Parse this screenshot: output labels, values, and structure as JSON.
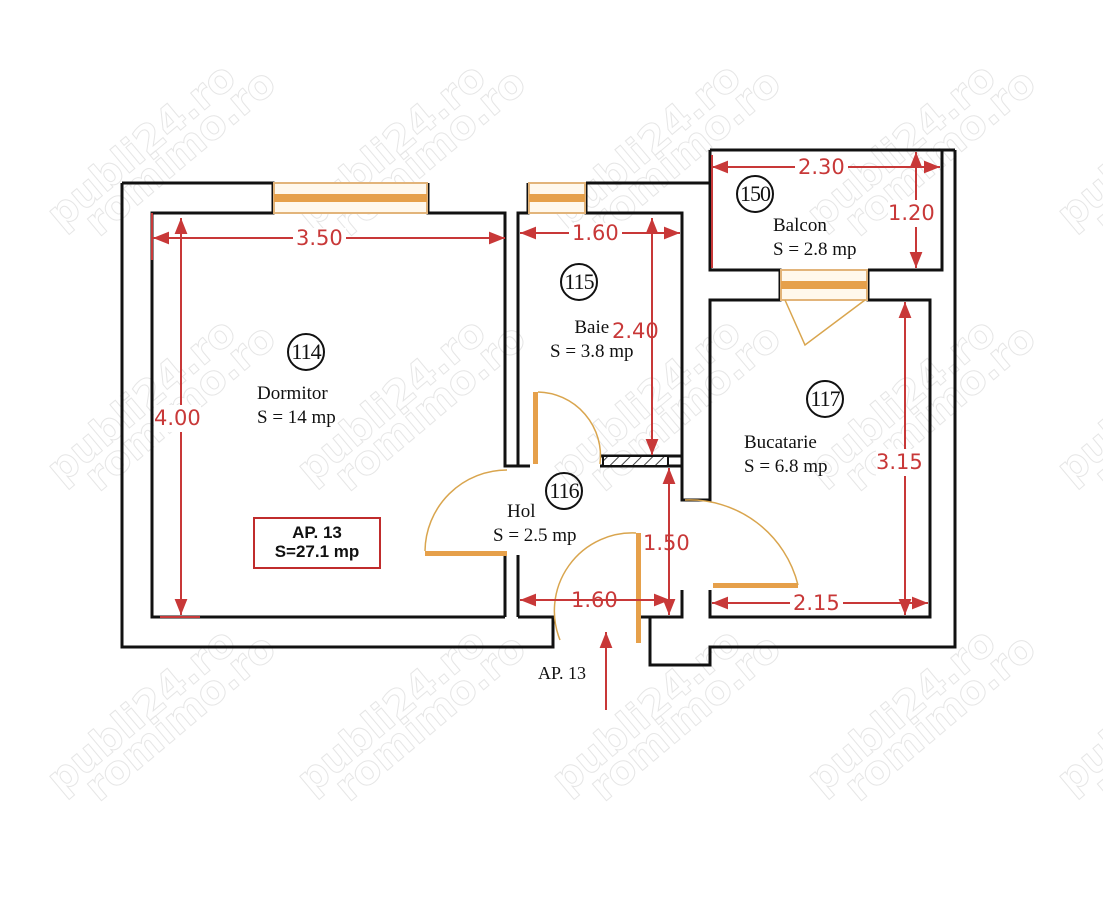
{
  "watermark": {
    "line1": "publi24.ro",
    "line2": "romimo.ro"
  },
  "colors": {
    "wall": "#111111",
    "dimension": "#c83838",
    "window": "#e6a04a",
    "door": "#d9a54e",
    "summary_border": "#c02c2c"
  },
  "apartment": {
    "name": "AP. 13",
    "total_area": "S=27.1 mp",
    "entry_label": "AP. 13"
  },
  "rooms": [
    {
      "number": "114",
      "name": "Dormitor",
      "area": "S = 14 mp"
    },
    {
      "number": "115",
      "name": "Baie",
      "area": "S = 3.8 mp"
    },
    {
      "number": "116",
      "name": "Hol",
      "area": "S = 2.5 mp"
    },
    {
      "number": "117",
      "name": "Bucatarie",
      "area": "S = 6.8 mp"
    },
    {
      "number": "150",
      "name": "Balcon",
      "area": "S = 2.8 mp"
    }
  ],
  "dimensions": {
    "dormitor_width": "3.50",
    "dormitor_height": "4.00",
    "baie_width": "1.60",
    "baie_height": "2.40",
    "balcon_width": "2.30",
    "balcon_height": "1.20",
    "bucatarie_height": "3.15",
    "bucatarie_width": "2.15",
    "hol_width": "1.60",
    "hol_height": "1.50"
  }
}
